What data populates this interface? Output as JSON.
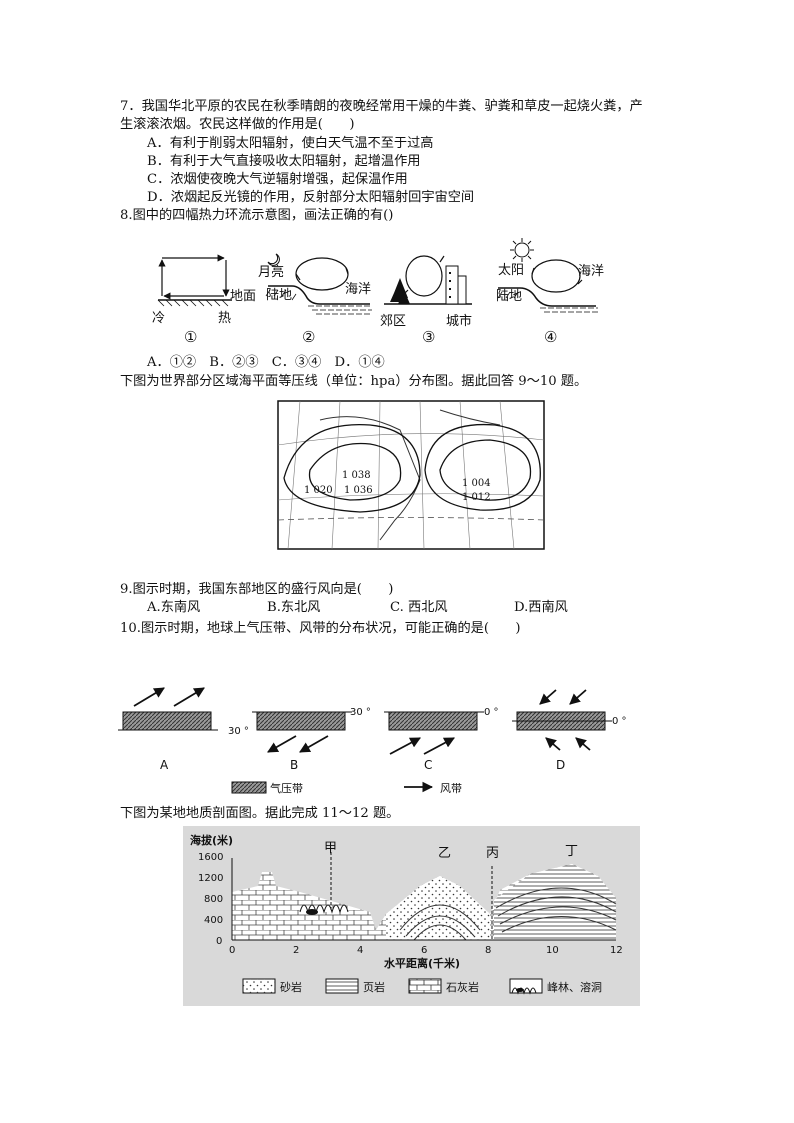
{
  "q7": {
    "stem_line1": "7．我国华北平原的农民在秋季晴朗的夜晚经常用干燥的牛粪、驴粪和草皮一起烧火粪，产",
    "stem_line2": "生滚滚浓烟。农民这样做的作用是(　　)",
    "options": [
      "A．有利于削弱太阳辐射，使白天气温不至于过高",
      "B．有利于大气直接吸收太阳辐射，起增温作用",
      "C．浓烟使夜晚大气逆辐射增强，起保温作用",
      "D．浓烟起反光镜的作用，反射部分太阳辐射回宇宙空间"
    ]
  },
  "q8": {
    "stem": "8.图中的四幅热力环流示意图，画法正确的有()",
    "fig1": {
      "ground": "地面",
      "cold": "冷",
      "hot": "热",
      "num": "①"
    },
    "fig2": {
      "moon": "月亮",
      "land": "陆地",
      "sea": "海洋",
      "num": "②"
    },
    "fig3": {
      "suburb": "郊区",
      "city": "城市",
      "num": "③"
    },
    "fig4": {
      "sun": "太阳",
      "land": "陆地",
      "sea": "海洋",
      "num": "④"
    },
    "options": "A．①②　B．②③　C．③④　D．①④"
  },
  "intro_9_10": "下图为世界部分区域海平面等压线（单位：hpa）分布图。据此回答 9～10 题。",
  "pressure_map": {
    "labels": [
      "1 038",
      "1 020",
      "1 036",
      "1 004",
      "1 012"
    ]
  },
  "q9": {
    "stem": "9.图示时期，我国东部地区的盛行风向是(　　)",
    "options": [
      "A.东南风",
      "B.东北风",
      "C. 西北风",
      "D.西南风"
    ]
  },
  "q10": {
    "stem": "10.图示时期，地球上气压带、风带的分布状况，可能正确的是(　　)",
    "panels": [
      {
        "letter": "A",
        "lat": "30 °"
      },
      {
        "letter": "B",
        "lat": "30 °"
      },
      {
        "letter": "C",
        "lat": "0 °"
      },
      {
        "letter": "D",
        "lat": "0 °"
      }
    ],
    "legend_belt": "气压带",
    "legend_wind": "风带"
  },
  "intro_11_12": "下图为某地地质剖面图。据此完成 11～12 题。",
  "geo_section": {
    "ylabel": "海拔(米)",
    "yticks": [
      "1600",
      "1200",
      "800",
      "400",
      "0"
    ],
    "xticks": [
      "0",
      "2",
      "4",
      "6",
      "8",
      "10",
      "12"
    ],
    "xlabel": "水平距离(千米)",
    "points": [
      "甲",
      "乙",
      "丙",
      "丁"
    ],
    "legend": [
      "砂岩",
      "页岩",
      "石灰岩",
      "峰林、溶洞"
    ]
  }
}
